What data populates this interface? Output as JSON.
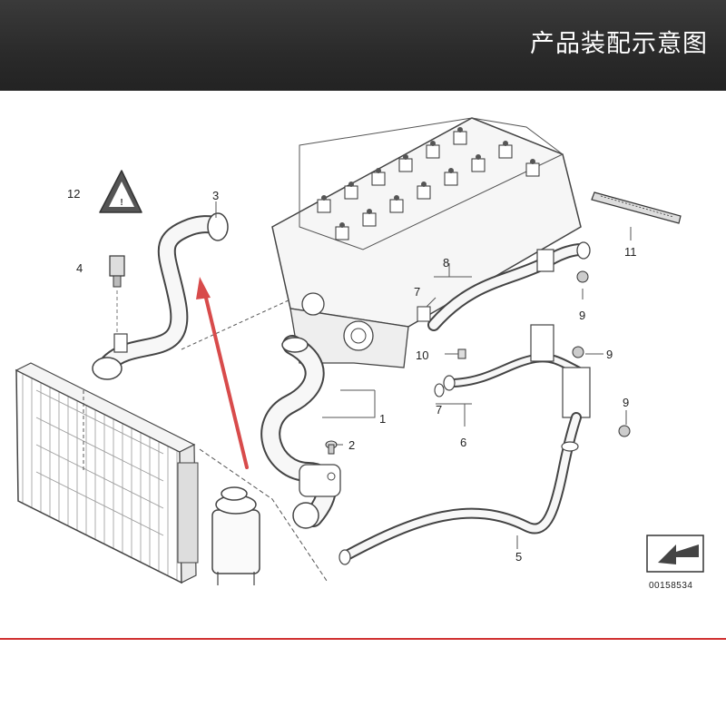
{
  "header": {
    "title": "产品装配示意图"
  },
  "diagram": {
    "callouts": [
      {
        "id": "callout-1",
        "label": "1"
      },
      {
        "id": "callout-2",
        "label": "2"
      },
      {
        "id": "callout-3",
        "label": "3"
      },
      {
        "id": "callout-4",
        "label": "4"
      },
      {
        "id": "callout-5",
        "label": "5"
      },
      {
        "id": "callout-6",
        "label": "6"
      },
      {
        "id": "callout-7a",
        "label": "7"
      },
      {
        "id": "callout-7b",
        "label": "7"
      },
      {
        "id": "callout-8",
        "label": "8"
      },
      {
        "id": "callout-9a",
        "label": "9"
      },
      {
        "id": "callout-9b",
        "label": "9"
      },
      {
        "id": "callout-9c",
        "label": "9"
      },
      {
        "id": "callout-10",
        "label": "10"
      },
      {
        "id": "callout-11",
        "label": "11"
      },
      {
        "id": "callout-12",
        "label": "12"
      }
    ],
    "part_number": "00158534",
    "arrow_color": "#d84b4b",
    "accent_line_color": "#d03030"
  }
}
